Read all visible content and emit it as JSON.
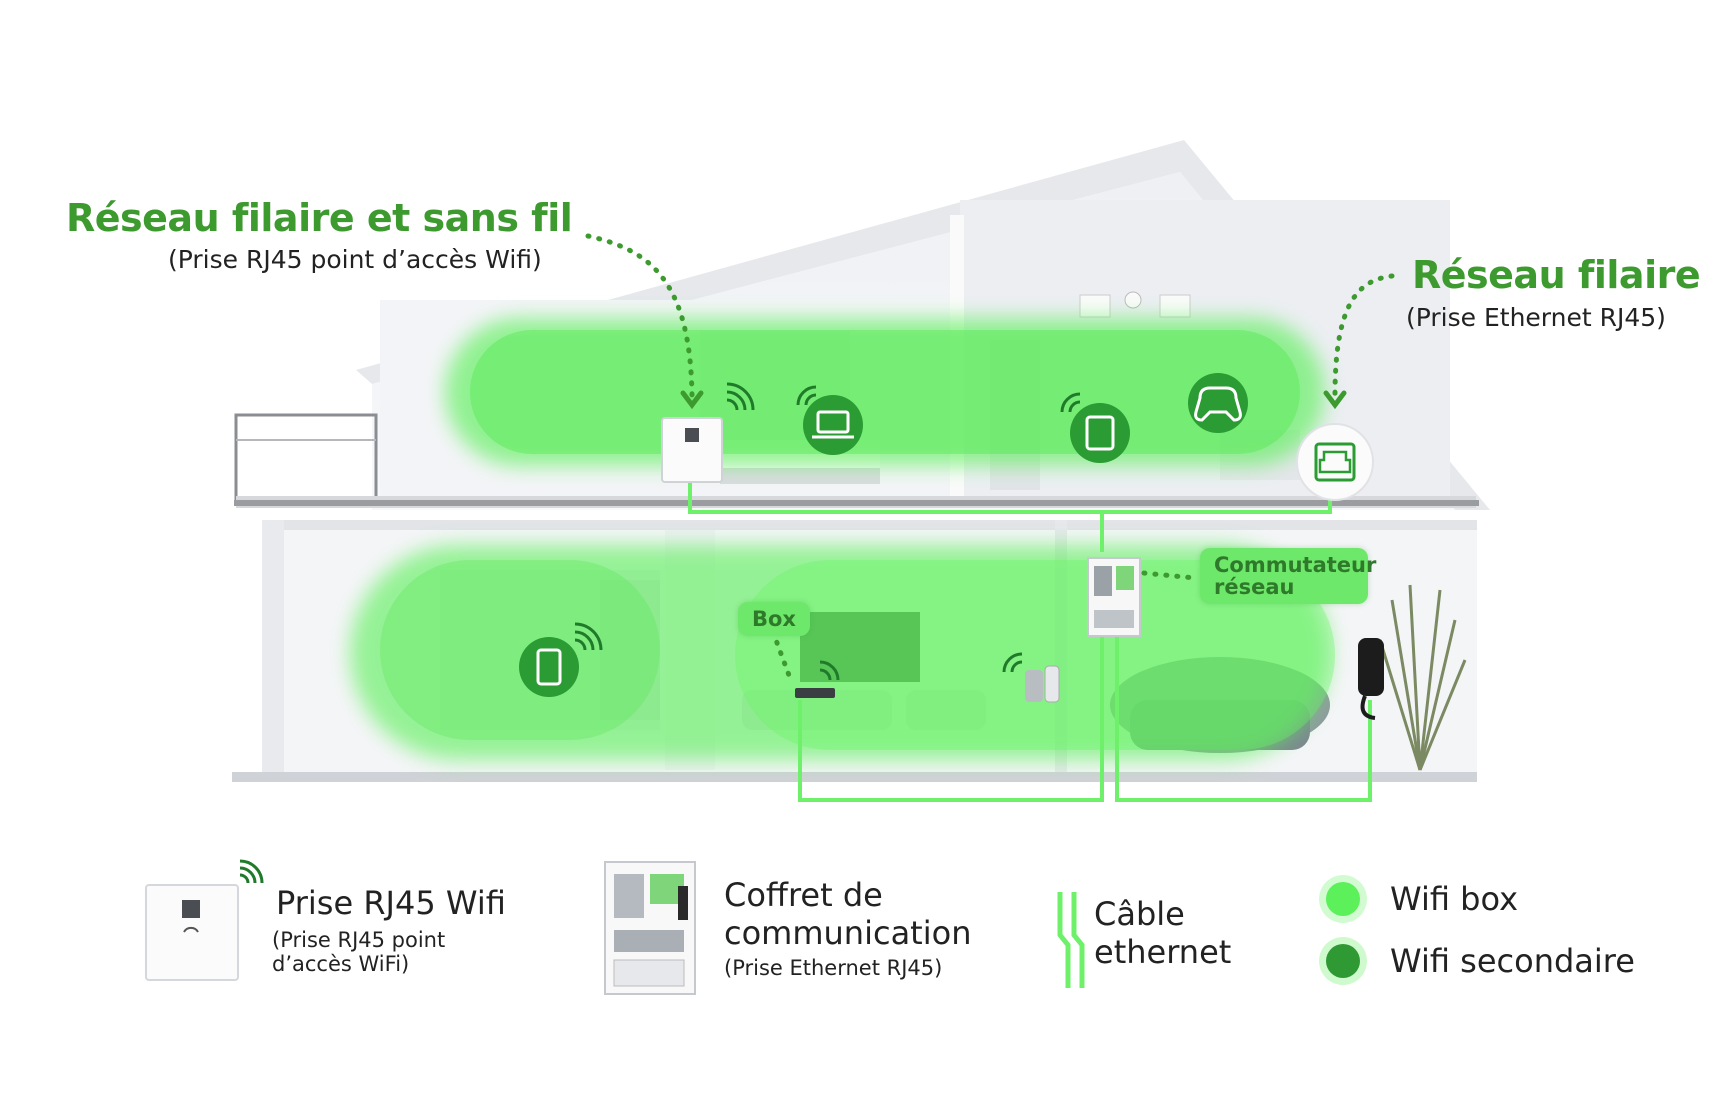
{
  "callouts": {
    "wired_wireless": {
      "title": "Réseau filaire et sans fil",
      "subtitle": "(Prise RJ45 point d’accès Wifi)"
    },
    "wired": {
      "title": "Réseau filaire",
      "subtitle": "(Prise Ethernet RJ45)"
    }
  },
  "tags": {
    "box": "Box",
    "switch_line1": "Commutateur",
    "switch_line2": "réseau"
  },
  "legend": {
    "rj45_wifi": {
      "title": "Prise RJ45 Wifi",
      "sub_line1": "(Prise RJ45 point",
      "sub_line2": "d’accès WiFi)"
    },
    "coffret": {
      "title_line1": "Coffret de",
      "title_line2": "communication",
      "sub": "(Prise Ethernet RJ45)"
    },
    "cable": {
      "line1": "Câble",
      "line2": "ethernet"
    },
    "wifi_box": "Wifi box",
    "wifi_secondary": "Wifi secondaire"
  },
  "colors": {
    "brand_green": "#3d9a2f",
    "wifi_box": "#5cf05a",
    "wifi_secondary": "#2f9a34",
    "cable": "#6ef06a",
    "icon_circle": "#2b9b33"
  },
  "icons": [
    "laptop-icon",
    "tablet-icon",
    "gamepad-icon",
    "ethernet-port-icon",
    "smartphone-icon",
    "wifi-signal-icon",
    "ev-charger-icon"
  ]
}
